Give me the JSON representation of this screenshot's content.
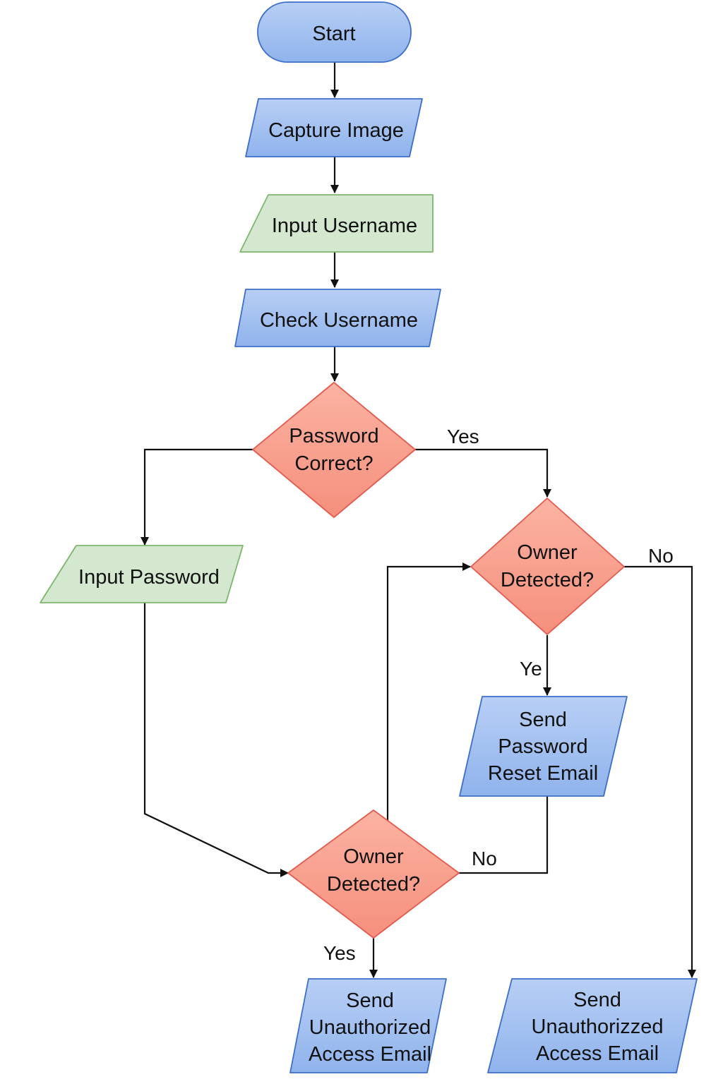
{
  "colors": {
    "blue_fill_top": "#b8cff5",
    "blue_fill_bottom": "#8fb3ec",
    "blue_stroke": "#3d6fc7",
    "green_fill": "#d3e8cf",
    "green_stroke": "#7fb56f",
    "red_fill_top": "#fcb3a2",
    "red_fill_bottom": "#f58f7d",
    "red_stroke": "#e35a4e",
    "line": "#111111"
  },
  "nodes": {
    "start": {
      "label": "Start",
      "shape": "terminator",
      "color": "blue"
    },
    "capture_image": {
      "label": "Capture Image",
      "shape": "parallelogram",
      "color": "blue"
    },
    "input_username": {
      "label": "Input Username",
      "shape": "parallelogram",
      "color": "green"
    },
    "check_username": {
      "label": "Check Username",
      "shape": "parallelogram",
      "color": "blue"
    },
    "password_correct": {
      "lines": [
        "Password",
        "Correct?"
      ],
      "shape": "diamond",
      "color": "red"
    },
    "input_password": {
      "label": "Input Password",
      "shape": "parallelogram",
      "color": "green"
    },
    "owner_detected_top": {
      "lines": [
        "Owner",
        "Detected?"
      ],
      "shape": "diamond",
      "color": "red"
    },
    "send_password_reset": {
      "lines": [
        "Send",
        "Password",
        "Reset Email"
      ],
      "shape": "parallelogram",
      "color": "blue"
    },
    "owner_detected_bottom": {
      "lines": [
        "Owner",
        "Detected?"
      ],
      "shape": "diamond",
      "color": "red"
    },
    "send_unauthorized_left": {
      "lines": [
        "Send",
        "Unauthorized",
        "Access Email"
      ],
      "shape": "parallelogram",
      "color": "blue"
    },
    "send_unauthorized_right": {
      "lines": [
        "Send",
        "Unauthorizzed",
        "Access Email"
      ],
      "shape": "parallelogram",
      "color": "blue"
    }
  },
  "edges": {
    "password_yes": "Yes",
    "owner_top_no": "No",
    "owner_top_yes": "Ye",
    "owner_bottom_no": "No",
    "owner_bottom_yes": "Yes"
  }
}
